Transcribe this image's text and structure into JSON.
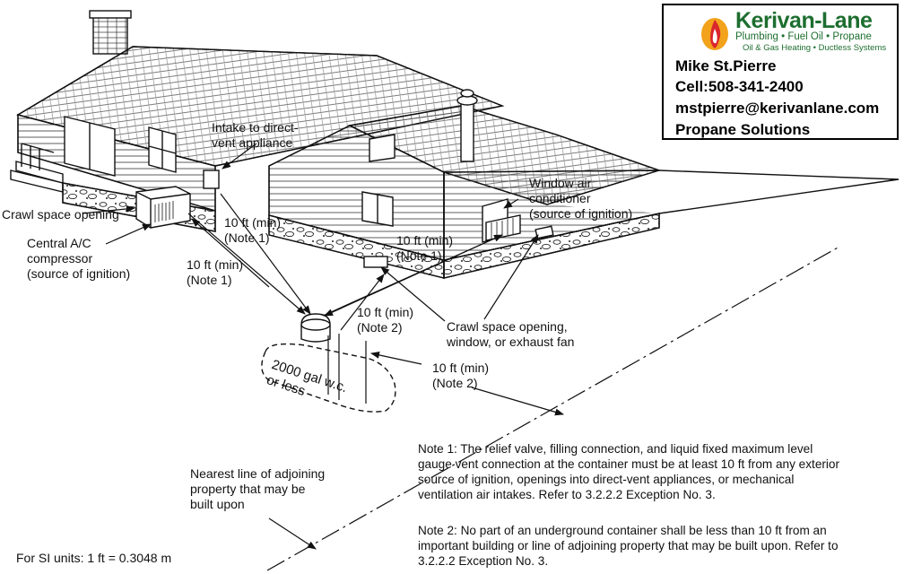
{
  "labels": {
    "intake": [
      "Intake to direct-",
      "vent appliance"
    ],
    "crawl_top": "Crawl space opening",
    "ac": [
      "Central A/C",
      "compressor",
      "(source of ignition)"
    ],
    "dist_ac": [
      "10 ft (min)",
      "(Note 1)"
    ],
    "dist_intake": [
      "10 ft (min)",
      "(Note 1)"
    ],
    "window_ac": [
      "Window air",
      "conditioner",
      "(source of ignition)"
    ],
    "dist_window": [
      "10 ft (min)",
      "(Note 1)"
    ],
    "dist_crawl": [
      "10 ft (min)",
      "(Note 2)"
    ],
    "crawl_bottom": [
      "Crawl space opening,",
      "window, or exhaust fan"
    ],
    "dist_property": [
      "10 ft (min)",
      "(Note 2)"
    ],
    "tank": [
      "2000 gal w.c.",
      "or less"
    ],
    "property_line": [
      "Nearest line of adjoining",
      "property that may be",
      "built upon"
    ],
    "si_units": "For SI units: 1 ft = 0.3048 m"
  },
  "notes": {
    "note1": [
      "Note 1: The relief valve, filling connection, and liquid fixed maximum level",
      "gauge vent connection at the container must be at least 10 ft from any exterior",
      "source of ignition, openings into direct-vent appliances, or mechanical",
      "ventilation air intakes. Refer to 3.2.2.2 Exception No. 3."
    ],
    "note2": [
      "Note 2: No part of an underground container shall be less than 10 ft from an",
      "important building or line of adjoining property that may be built upon. Refer to",
      "3.2.2.2 Exception No. 3."
    ]
  },
  "card": {
    "brand": "Kerivan-Lane",
    "tagline": "Plumbing • Fuel Oil • Propane",
    "tagline2": "Oil & Gas Heating • Ductless Systems",
    "name": "Mike St.Pierre",
    "cell": "Cell:508-341-2400",
    "email": "mstpierre@kerivanlane.com",
    "service": "Propane Solutions",
    "colors": {
      "brand": "#1d6e2f",
      "flame_outer": "#f2a21b",
      "flame_inner": "#d9262c"
    }
  }
}
